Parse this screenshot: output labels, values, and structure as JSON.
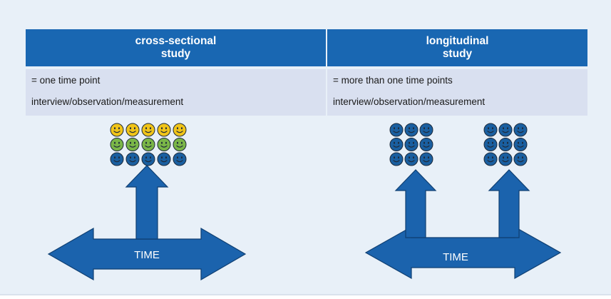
{
  "cross_sectional": {
    "title_line1": "cross-sectional",
    "title_line2": "study",
    "definition": "= one time point",
    "method": "interview/observation/measurement",
    "axis_label": "TIME",
    "group": {
      "rows": [
        {
          "mood": "happy",
          "color": "#f0c419",
          "count": 5
        },
        {
          "mood": "happy",
          "color": "#7ab648",
          "count": 5
        },
        {
          "mood": "happy",
          "color": "#1a5fa0",
          "count": 5
        }
      ]
    }
  },
  "longitudinal": {
    "title_line1": "longitudinal",
    "title_line2": "study",
    "definition": "= more than one time points",
    "method": "interview/observation/measurement",
    "axis_label": "TIME",
    "groups": [
      {
        "color": "#1a5fa0",
        "rows": 3,
        "cols": 3
      },
      {
        "color": "#1a5fa0",
        "rows": 3,
        "cols": 3
      }
    ]
  },
  "colors": {
    "header_bg": "#1967b2",
    "body_bg": "#d9e0f0",
    "panel_bg": "#e8f0f8",
    "arrow_fill": "#1b63ad",
    "arrow_stroke": "#0f3f72"
  },
  "icons": {
    "person": "smiley-face-icon",
    "time_axis": "double-arrow-icon",
    "measurement": "up-arrow-icon"
  }
}
